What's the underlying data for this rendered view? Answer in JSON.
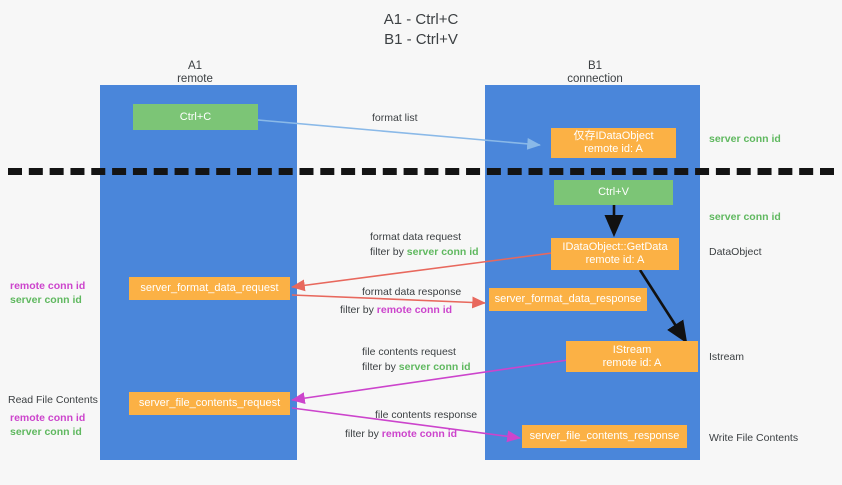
{
  "title": "A1 - Ctrl+C\nB1 - Ctrl+V",
  "colors": {
    "lane": "#4a86da",
    "green_box": "#7cc576",
    "orange_box": "#fbb145",
    "server_conn_id": "#5fb85f",
    "remote_conn_id": "#cc44cc",
    "divider": "#141414",
    "background": "#f7f7f7"
  },
  "columns": [
    {
      "id": "a1",
      "label": "A1\nremote"
    },
    {
      "id": "b1",
      "label": "B1\nconnection"
    }
  ],
  "boxes": [
    {
      "id": "ctrl-c",
      "label": "Ctrl+C",
      "color": "green"
    },
    {
      "id": "idataobject-store",
      "label": "仅存IDataObject\nremote id: A",
      "color": "orange"
    },
    {
      "id": "ctrl-v",
      "label": "Ctrl+V",
      "color": "green"
    },
    {
      "id": "idataobject-getdata",
      "label": "IDataObject::GetData\nremote id: A",
      "color": "orange"
    },
    {
      "id": "server-format-data-request",
      "label": "server_format_data_request",
      "color": "orange"
    },
    {
      "id": "server-format-data-response",
      "label": "server_format_data_response",
      "color": "orange"
    },
    {
      "id": "istream",
      "label": "IStream\nremote id: A",
      "color": "orange"
    },
    {
      "id": "server-file-contents-request",
      "label": "server_file_contents_request",
      "color": "orange"
    },
    {
      "id": "server-file-contents-response",
      "label": "server_file_contents_response",
      "color": "orange"
    }
  ],
  "edges": [
    {
      "id": "format-list",
      "label": "format list",
      "filter_prefix": "",
      "filter_value": "",
      "color": "#8ab9e8"
    },
    {
      "id": "format-data-request",
      "label": "format data request",
      "filter_prefix": "filter by ",
      "filter_value": "server conn id",
      "color": "#e8685d"
    },
    {
      "id": "format-data-response",
      "label": "format data response",
      "filter_prefix": "filter by ",
      "filter_value": "remote conn id",
      "color": "#e8685d"
    },
    {
      "id": "file-contents-request",
      "label": "file contents request",
      "filter_prefix": "filter by ",
      "filter_value": "server conn id",
      "color": "#cc44cc"
    },
    {
      "id": "file-contents-response",
      "label": "file contents response",
      "filter_prefix": "filter by ",
      "filter_value": "remote conn id",
      "color": "#cc44cc"
    }
  ],
  "right_notes": [
    {
      "id": "server-conn-id-top",
      "text": "server conn id",
      "style": "green"
    },
    {
      "id": "server-conn-id-mid",
      "text": "server conn id",
      "style": "green"
    },
    {
      "id": "dataobject",
      "text": "DataObject",
      "style": "plain"
    },
    {
      "id": "istream-note",
      "text": "Istream",
      "style": "plain"
    },
    {
      "id": "write-file-contents",
      "text": "Write File Contents",
      "style": "plain"
    }
  ],
  "left_notes": [
    {
      "id": "left-conn-ids-1-remote",
      "text": "remote conn id",
      "style": "magenta"
    },
    {
      "id": "left-conn-ids-1-server",
      "text": "server conn id",
      "style": "green"
    },
    {
      "id": "read-file-contents",
      "text": "Read File Contents",
      "style": "plain"
    },
    {
      "id": "left-conn-ids-2-remote",
      "text": "remote conn id",
      "style": "magenta"
    },
    {
      "id": "left-conn-ids-2-server",
      "text": "server conn id",
      "style": "green"
    }
  ]
}
